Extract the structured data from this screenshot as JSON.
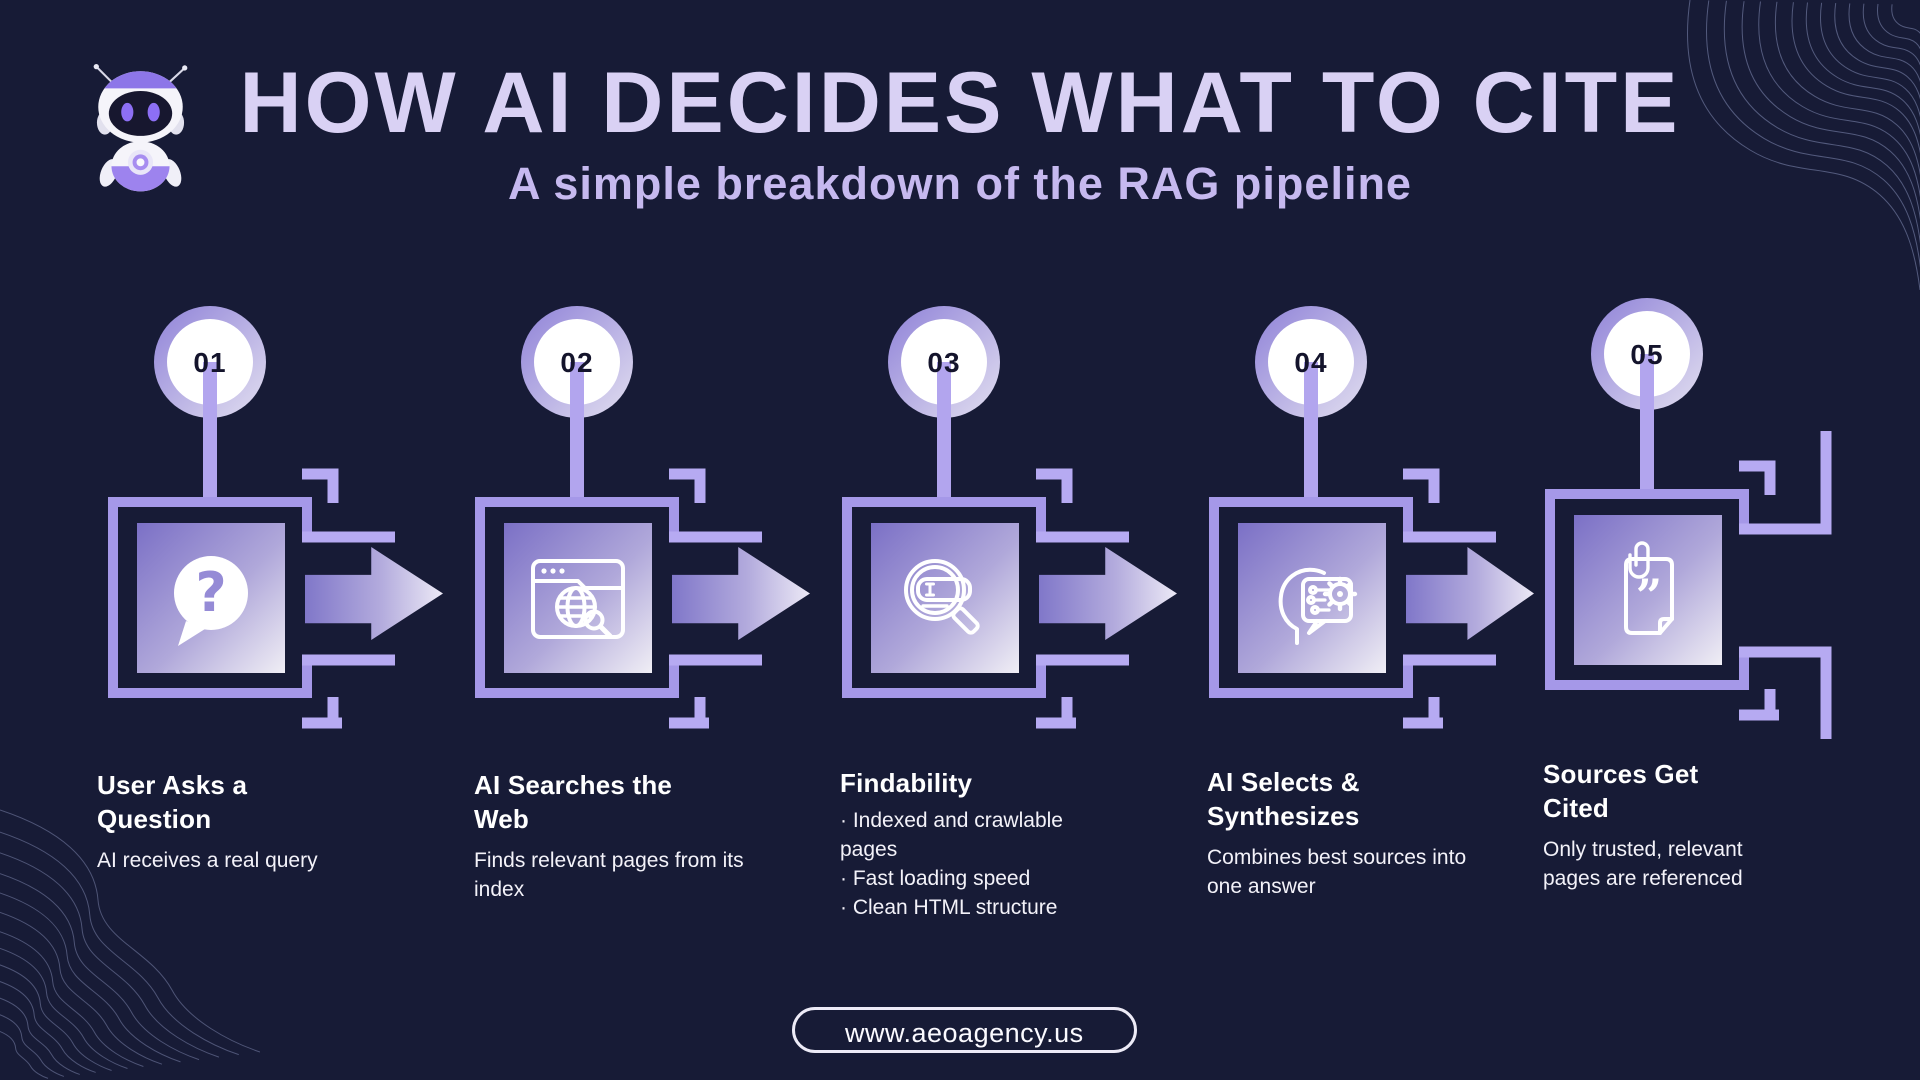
{
  "header": {
    "title": "HOW AI DECIDES WHAT TO CITE",
    "subtitle": "A simple breakdown of the RAG pipeline"
  },
  "steps": [
    {
      "number": "01",
      "title": "User Asks a\nQuestion",
      "description": "AI receives a real query",
      "icon": "question-bubble-icon"
    },
    {
      "number": "02",
      "title": "AI Searches the\nWeb",
      "description": "Finds relevant pages from its\nindex",
      "icon": "web-search-icon"
    },
    {
      "number": "03",
      "title": "Findability",
      "description": "· Indexed and crawlable\npages\n· Fast loading speed\n· Clean HTML structure",
      "icon": "findability-magnifier-icon"
    },
    {
      "number": "04",
      "title": "AI Selects &\nSynthesizes",
      "description": "Combines best sources into\none answer",
      "icon": "ai-head-gear-icon"
    },
    {
      "number": "05",
      "title": "Sources Get\nCited",
      "description": "Only trusted, relevant\npages are referenced",
      "icon": "cited-document-icon"
    }
  ],
  "icon_glyphs": {
    "question_mark": "?",
    "quotes": "”"
  },
  "footer": {
    "website": "www.aeoagency.us"
  },
  "colors": {
    "background": "#171b36",
    "frame_purple": "#a598e8",
    "accent_light_purple": "#b6aaf2",
    "ring_gradient_start": "#8f82d8",
    "ring_gradient_end": "#e2dff0",
    "square_gradient_start": "#7b70c6",
    "square_gradient_end": "#f0eef5",
    "arrow_gradient_start": "#8077c9",
    "arrow_gradient_end": "#ece9f6",
    "title_lavender": "#d9d1f4",
    "subtitle_lavender": "#c6b9ef",
    "number_dark": "#14142c"
  }
}
